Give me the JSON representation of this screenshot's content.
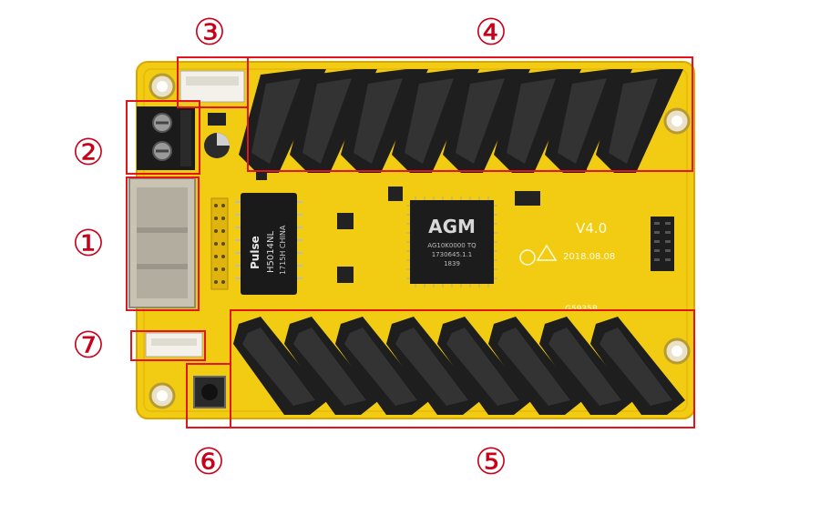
{
  "callouts": {
    "c1": "①",
    "c2": "②",
    "c3": "③",
    "c4": "④",
    "c5": "⑤",
    "c6": "⑥",
    "c7": "⑦"
  },
  "board": {
    "version": "V4.0",
    "date": "2018.08.08",
    "model": "G5935B",
    "mcu": {
      "brand": "AGM",
      "part": "AG10K0000 TQ",
      "lot": "1730645.1.1",
      "code": "1839"
    },
    "magnetics": {
      "brand": "Pulse",
      "part": "H5014NL",
      "lot": "1715H CHINA"
    }
  },
  "colors": {
    "board": "#f2cc12",
    "board_edge": "#d9a800",
    "connector": "#1e1e1e",
    "highlight": "#e3141c",
    "callout": "#c8001a"
  }
}
